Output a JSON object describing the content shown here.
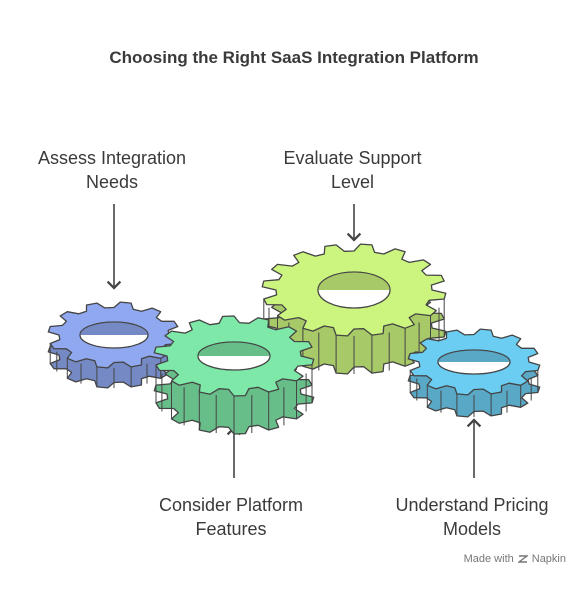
{
  "title": "Choosing the Right SaaS Integration Platform",
  "steps": [
    {
      "line1": "Assess Integration",
      "line2": "Needs",
      "color": "#8fa8f0"
    },
    {
      "line1": "Evaluate Support",
      "line2": "Level",
      "color": "#ccf57f"
    },
    {
      "line1": "Consider Platform",
      "line2": "Features",
      "color": "#7de8a7"
    },
    {
      "line1": "Understand Pricing",
      "line2": "Models",
      "color": "#6ccdf2"
    }
  ],
  "footer": {
    "made_with": "Made with",
    "brand": "Napkin"
  }
}
